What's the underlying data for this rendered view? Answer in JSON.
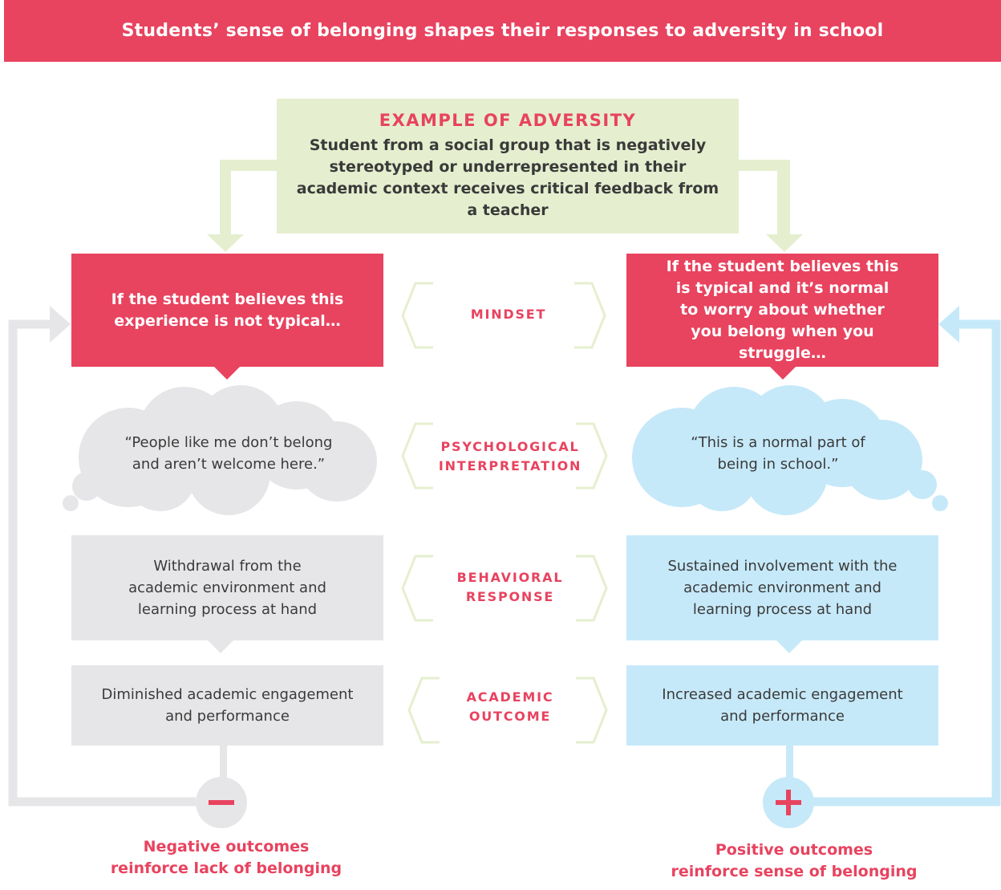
{
  "header": {
    "title": "Students’ sense of belonging shapes their responses to adversity in school"
  },
  "adversity": {
    "title": "EXAMPLE OF ADVERSITY",
    "description": "Student from a social group that is negatively stereotyped or underrepresented in their academic context receives critical feedback from a teacher"
  },
  "stages": {
    "mindset": "MINDSET",
    "psychological_line1": "PSYCHOLOGICAL",
    "psychological_line2": "INTERPRETATION",
    "behavioral_line1": "BEHAVIORAL",
    "behavioral_line2": "RESPONSE",
    "academic_line1": "ACADEMIC",
    "academic_line2": "OUTCOME"
  },
  "left_path": {
    "belief": "If the student believes this experience is not typical…",
    "thought": "“People like me don’t belong and aren’t welcome here.”",
    "behavior": "Withdrawal from the academic environment and learning process at hand",
    "outcome": "Diminished academic engagement and performance",
    "symbol": "−",
    "loop_line1": "Negative outcomes",
    "loop_line2": "reinforce lack of belonging"
  },
  "right_path": {
    "belief": "If the student believes this is typical and it’s normal to worry about whether you belong when you struggle…",
    "thought": "“This is a normal part of being in school.”",
    "behavior": "Sustained involvement with the academic environment and learning process at hand",
    "outcome": "Increased academic engagement and performance",
    "symbol": "+",
    "loop_line1": "Positive outcomes",
    "loop_line2": "reinforce sense of belonging"
  },
  "colors": {
    "accent_red": "#e8435f",
    "adversity_green": "#e5efcf",
    "negative_grey": "#e6e6e8",
    "positive_blue": "#c6e9f9"
  }
}
